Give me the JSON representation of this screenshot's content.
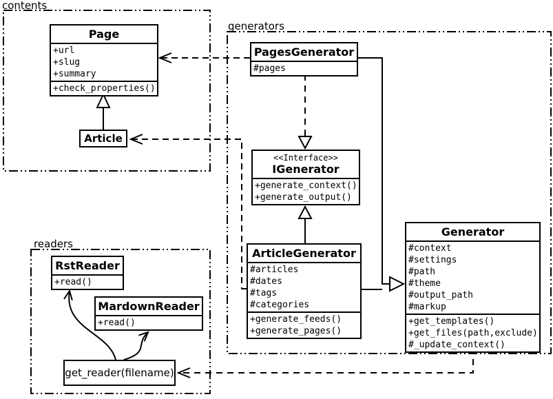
{
  "diagram": {
    "packages": {
      "contents": {
        "label": "contents"
      },
      "generators": {
        "label": "generators"
      },
      "readers": {
        "label": "readers"
      }
    },
    "classes": {
      "page": {
        "title": "Page",
        "attributes": [
          "+url",
          "+slug",
          "+summary"
        ],
        "methods": [
          "+check_properties()"
        ]
      },
      "article": {
        "title": "Article"
      },
      "pages_generator": {
        "title": "PagesGenerator",
        "attributes": [
          "#pages"
        ]
      },
      "igenerator": {
        "stereotype": "<<Interface>>",
        "title": "IGenerator",
        "methods": [
          "+generate_context()",
          "+generate_output()"
        ]
      },
      "article_generator": {
        "title": "ArticleGenerator",
        "attributes": [
          "#articles",
          "#dates",
          "#tags",
          "#categories"
        ],
        "methods": [
          "+generate_feeds()",
          "+generate_pages()"
        ]
      },
      "generator": {
        "title": "Generator",
        "attributes": [
          "#context",
          "#settings",
          "#path",
          "#theme",
          "#output_path",
          "#markup"
        ],
        "methods": [
          "+get_templates()",
          "+get_files(path,exclude)",
          "#_update_context()"
        ]
      },
      "rst_reader": {
        "title": "RstReader",
        "methods": [
          "+read()"
        ]
      },
      "mardown_reader": {
        "title": "MardownReader",
        "methods": [
          "+read()"
        ]
      },
      "get_reader": {
        "title": "get_reader(filename)"
      }
    },
    "relationships": [
      {
        "from": "Article",
        "to": "Page",
        "type": "inheritance"
      },
      {
        "from": "PagesGenerator",
        "to": "Page",
        "type": "dependency"
      },
      {
        "from": "ArticleGenerator",
        "to": "Article",
        "type": "dependency"
      },
      {
        "from": "PagesGenerator",
        "to": "IGenerator",
        "type": "realization"
      },
      {
        "from": "ArticleGenerator",
        "to": "IGenerator",
        "type": "inheritance"
      },
      {
        "from": "PagesGenerator",
        "to": "Generator",
        "type": "inheritance"
      },
      {
        "from": "ArticleGenerator",
        "to": "Generator",
        "type": "inheritance"
      },
      {
        "from": "Generator",
        "to": "get_reader(filename)",
        "type": "dependency"
      },
      {
        "from": "get_reader(filename)",
        "to": "RstReader",
        "type": "arrow"
      },
      {
        "from": "get_reader(filename)",
        "to": "MardownReader",
        "type": "arrow"
      }
    ],
    "colors": {
      "line": "#000000",
      "background": "#ffffff"
    }
  }
}
